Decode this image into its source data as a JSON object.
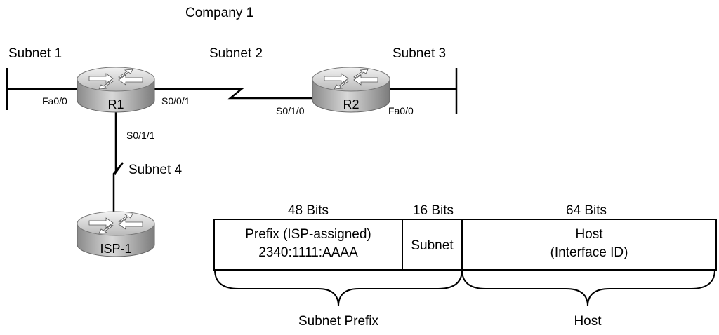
{
  "diagram": {
    "title": "Company 1",
    "subnets": [
      "Subnet 1",
      "Subnet 2",
      "Subnet 3",
      "Subnet 4"
    ],
    "routers": [
      {
        "name": "R1"
      },
      {
        "name": "R2"
      },
      {
        "name": "ISP-1"
      }
    ],
    "interfaces": {
      "r1_fa00": "Fa0/0",
      "r1_s001": "S0/0/1",
      "r1_s011": "S0/1/1",
      "r2_s010": "S0/1/0",
      "r2_fa00": "Fa0/0"
    },
    "address_format": {
      "bits": [
        "48 Bits",
        "16 Bits",
        "64 Bits"
      ],
      "prefix_line1": "Prefix (ISP-assigned)",
      "prefix_line2": "2340:1111:AAAA",
      "subnet": "Subnet",
      "host_line1": "Host",
      "host_line2": "(Interface ID)",
      "brace_subnet_prefix": "Subnet Prefix",
      "brace_host": "Host"
    }
  }
}
